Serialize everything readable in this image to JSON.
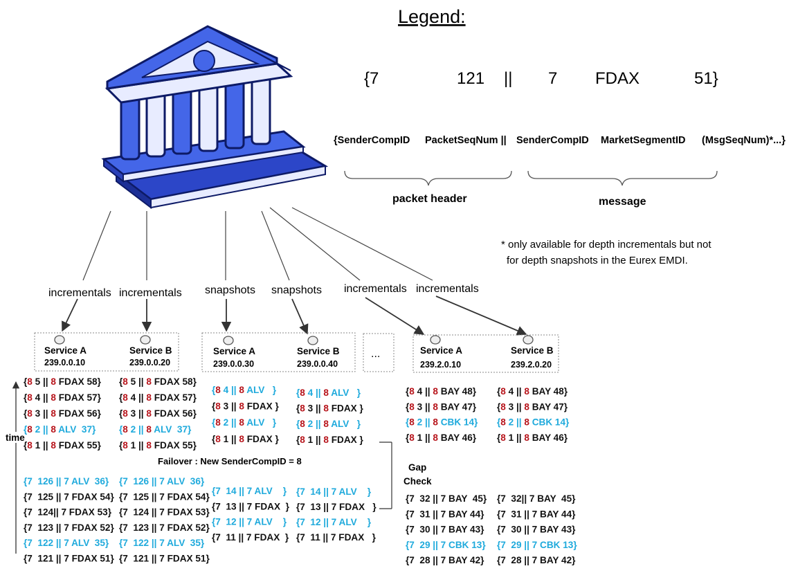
{
  "legend": {
    "title": "Legend:",
    "example": {
      "open": "{7",
      "seq": "121",
      "sep": "||",
      "sender": "7",
      "segment": "FDAX",
      "close": "51}"
    },
    "fields": {
      "sender_comp_id_1": "{SenderCompID",
      "packet_seq_num": "PacketSeqNum ||",
      "sender_comp_id_2": "SenderCompID",
      "market_segment_id": "MarketSegmentID",
      "msg_seq_num": "(MsgSeqNum)*...}"
    },
    "packet_header_label": "packet header",
    "message_label": "message",
    "note_line1": "* only available for depth incrementals but not",
    "note_line2": "for depth snapshots in the Eurex EMDI."
  },
  "channels": [
    {
      "label": "incrementals"
    },
    {
      "label": "incrementals"
    },
    {
      "label": "snapshots"
    },
    {
      "label": "snapshots"
    },
    {
      "label": "incrementals"
    },
    {
      "label": "incrementals"
    }
  ],
  "services": [
    {
      "name": "Service A",
      "ip": "239.0.0.10"
    },
    {
      "name": "Service B",
      "ip": "239.0.0.20"
    },
    {
      "name": "Service A",
      "ip": "239.0.0.30"
    },
    {
      "name": "Service B",
      "ip": "239.0.0.40"
    },
    {
      "name": "Service A",
      "ip": "239.2.0.10"
    },
    {
      "name": "Service B",
      "ip": "239.2.0.20"
    }
  ],
  "ellipsis": "...",
  "time_label": "time",
  "failover_label": "Failover : New SenderCompID = 8",
  "gap_check": {
    "line1": "Gap",
    "line2": "Check"
  },
  "colors": {
    "red": "#b7141b",
    "cyan": "#1faadc",
    "text": "#111111",
    "building_blue": "#4466e8"
  },
  "columns": {
    "incr_a": {
      "new": [
        {
          "p": "{",
          "s": "8",
          "n": " 5 || ",
          "m": "8",
          "r": " FDAX 58}",
          "c": false
        },
        {
          "p": "{",
          "s": "8",
          "n": " 4 || ",
          "m": "8",
          "r": " FDAX 57}",
          "c": false
        },
        {
          "p": "{",
          "s": "8",
          "n": " 3 || ",
          "m": "8",
          "r": " FDAX 56}",
          "c": false
        },
        {
          "p": "{",
          "s": "8",
          "n": " 2 || ",
          "m": "8",
          "r": " ALV  37}",
          "c": true
        },
        {
          "p": "{",
          "s": "8",
          "n": " 1 || ",
          "m": "8",
          "r": " FDAX 55}",
          "c": false
        }
      ],
      "old": [
        {
          "t": "{7  126 || 7 ALV  36}",
          "c": true
        },
        {
          "t": "{7  125 || 7 FDAX 54}",
          "c": false
        },
        {
          "t": "{7  124|| 7 FDAX 53}",
          "c": false
        },
        {
          "t": "{7  123 || 7 FDAX 52}",
          "c": false
        },
        {
          "t": "{7  122 || 7 ALV  35}",
          "c": true
        },
        {
          "t": "{7  121 || 7 FDAX 51}",
          "c": false
        }
      ]
    },
    "incr_b": {
      "new": [
        {
          "p": "{",
          "s": "8",
          "n": " 5 || ",
          "m": "8",
          "r": " FDAX 58}",
          "c": false
        },
        {
          "p": "{",
          "s": "8",
          "n": " 4 || ",
          "m": "8",
          "r": " FDAX 57}",
          "c": false
        },
        {
          "p": "{",
          "s": "8",
          "n": " 3 || ",
          "m": "8",
          "r": " FDAX 56}",
          "c": false
        },
        {
          "p": "{",
          "s": "8",
          "n": " 2 || ",
          "m": "8",
          "r": " ALV  37}",
          "c": true
        },
        {
          "p": "{",
          "s": "8",
          "n": " 1 || ",
          "m": "8",
          "r": " FDAX 55}",
          "c": false
        }
      ],
      "old": [
        {
          "t": "{7  126 || 7 ALV  36}",
          "c": true
        },
        {
          "t": "{7  125 || 7 FDAX 54}",
          "c": false
        },
        {
          "t": "{7  124 || 7 FDAX 53}",
          "c": false
        },
        {
          "t": "{7  123 || 7 FDAX 52}",
          "c": false
        },
        {
          "t": "{7  122 || 7 ALV  35}",
          "c": true
        },
        {
          "t": "{7  121 || 7 FDAX 51}",
          "c": false
        }
      ]
    },
    "snap_a": {
      "new": [
        {
          "p": "{",
          "s": "8",
          "n": " 4 || ",
          "m": "8",
          "r": " ALV   }",
          "c": true
        },
        {
          "p": "{",
          "s": "8",
          "n": " 3 || ",
          "m": "8",
          "r": " FDAX }",
          "c": false
        },
        {
          "p": "{",
          "s": "8",
          "n": " 2 || ",
          "m": "8",
          "r": " ALV   }",
          "c": true
        },
        {
          "p": "{",
          "s": "8",
          "n": " 1 || ",
          "m": "8",
          "r": " FDAX }",
          "c": false
        }
      ],
      "old": [
        {
          "t": "{7  14 || 7 ALV    }",
          "c": true
        },
        {
          "t": "{7  13 || 7 FDAX  }",
          "c": false
        },
        {
          "t": "{7  12 || 7 ALV    }",
          "c": true
        },
        {
          "t": "{7  11 || 7 FDAX  }",
          "c": false
        }
      ]
    },
    "snap_b": {
      "new": [
        {
          "p": "{",
          "s": "8",
          "n": " 4 || ",
          "m": "8",
          "r": " ALV   }",
          "c": true
        },
        {
          "p": "{",
          "s": "8",
          "n": " 3 || ",
          "m": "8",
          "r": " FDAX }",
          "c": false
        },
        {
          "p": "{",
          "s": "8",
          "n": " 2 || ",
          "m": "8",
          "r": " ALV   }",
          "c": true
        },
        {
          "p": "{",
          "s": "8",
          "n": " 1 || ",
          "m": "8",
          "r": " FDAX }",
          "c": false
        }
      ],
      "old": [
        {
          "t": "{7  14 || 7 ALV    }",
          "c": true
        },
        {
          "t": "{7  13 || 7 FDAX   }",
          "c": false
        },
        {
          "t": "{7  12 || 7 ALV    }",
          "c": true
        },
        {
          "t": "{7  11 || 7 FDAX   }",
          "c": false
        }
      ]
    },
    "incr2_a": {
      "new": [
        {
          "p": "{",
          "s": "8",
          "n": " 4 || ",
          "m": "8",
          "r": " BAY 48}",
          "c": false
        },
        {
          "p": "{",
          "s": "8",
          "n": " 3 || ",
          "m": "8",
          "r": " BAY 47}",
          "c": false
        },
        {
          "p": "{",
          "s": "8",
          "n": " 2 || ",
          "m": "8",
          "r": " CBK 14}",
          "c": true
        },
        {
          "p": "{",
          "s": "8",
          "n": " 1 || ",
          "m": "8",
          "r": " BAY 46}",
          "c": false
        }
      ],
      "old": [
        {
          "t": "{7  32 || 7 BAY  45}",
          "c": false
        },
        {
          "t": "{7  31 || 7 BAY 44}",
          "c": false
        },
        {
          "t": "{7  30 || 7 BAY 43}",
          "c": false
        },
        {
          "t": "{7  29 || 7 CBK 13}",
          "c": true
        },
        {
          "t": "{7  28 || 7 BAY 42}",
          "c": false
        }
      ]
    },
    "incr2_b": {
      "new": [
        {
          "p": "{",
          "s": "8",
          "n": " 4 || ",
          "m": "8",
          "r": " BAY 48}",
          "c": false
        },
        {
          "p": "{",
          "s": "8",
          "n": " 3 || ",
          "m": "8",
          "r": " BAY 47}",
          "c": false
        },
        {
          "p": "{",
          "s": "8",
          "n": " 2 || ",
          "m": "8",
          "r": " CBK 14}",
          "c": true
        },
        {
          "p": "{",
          "s": "8",
          "n": " 1 || ",
          "m": "8",
          "r": " BAY 46}",
          "c": false
        }
      ],
      "old": [
        {
          "t": "{7  32|| 7 BAY  45}",
          "c": false
        },
        {
          "t": "{7  31 || 7 BAY 44}",
          "c": false
        },
        {
          "t": "{7  30 || 7 BAY 43}",
          "c": false
        },
        {
          "t": "{7  29 || 7 CBK 13}",
          "c": true
        },
        {
          "t": "{7  28 || 7 BAY 42}",
          "c": false
        }
      ]
    }
  }
}
